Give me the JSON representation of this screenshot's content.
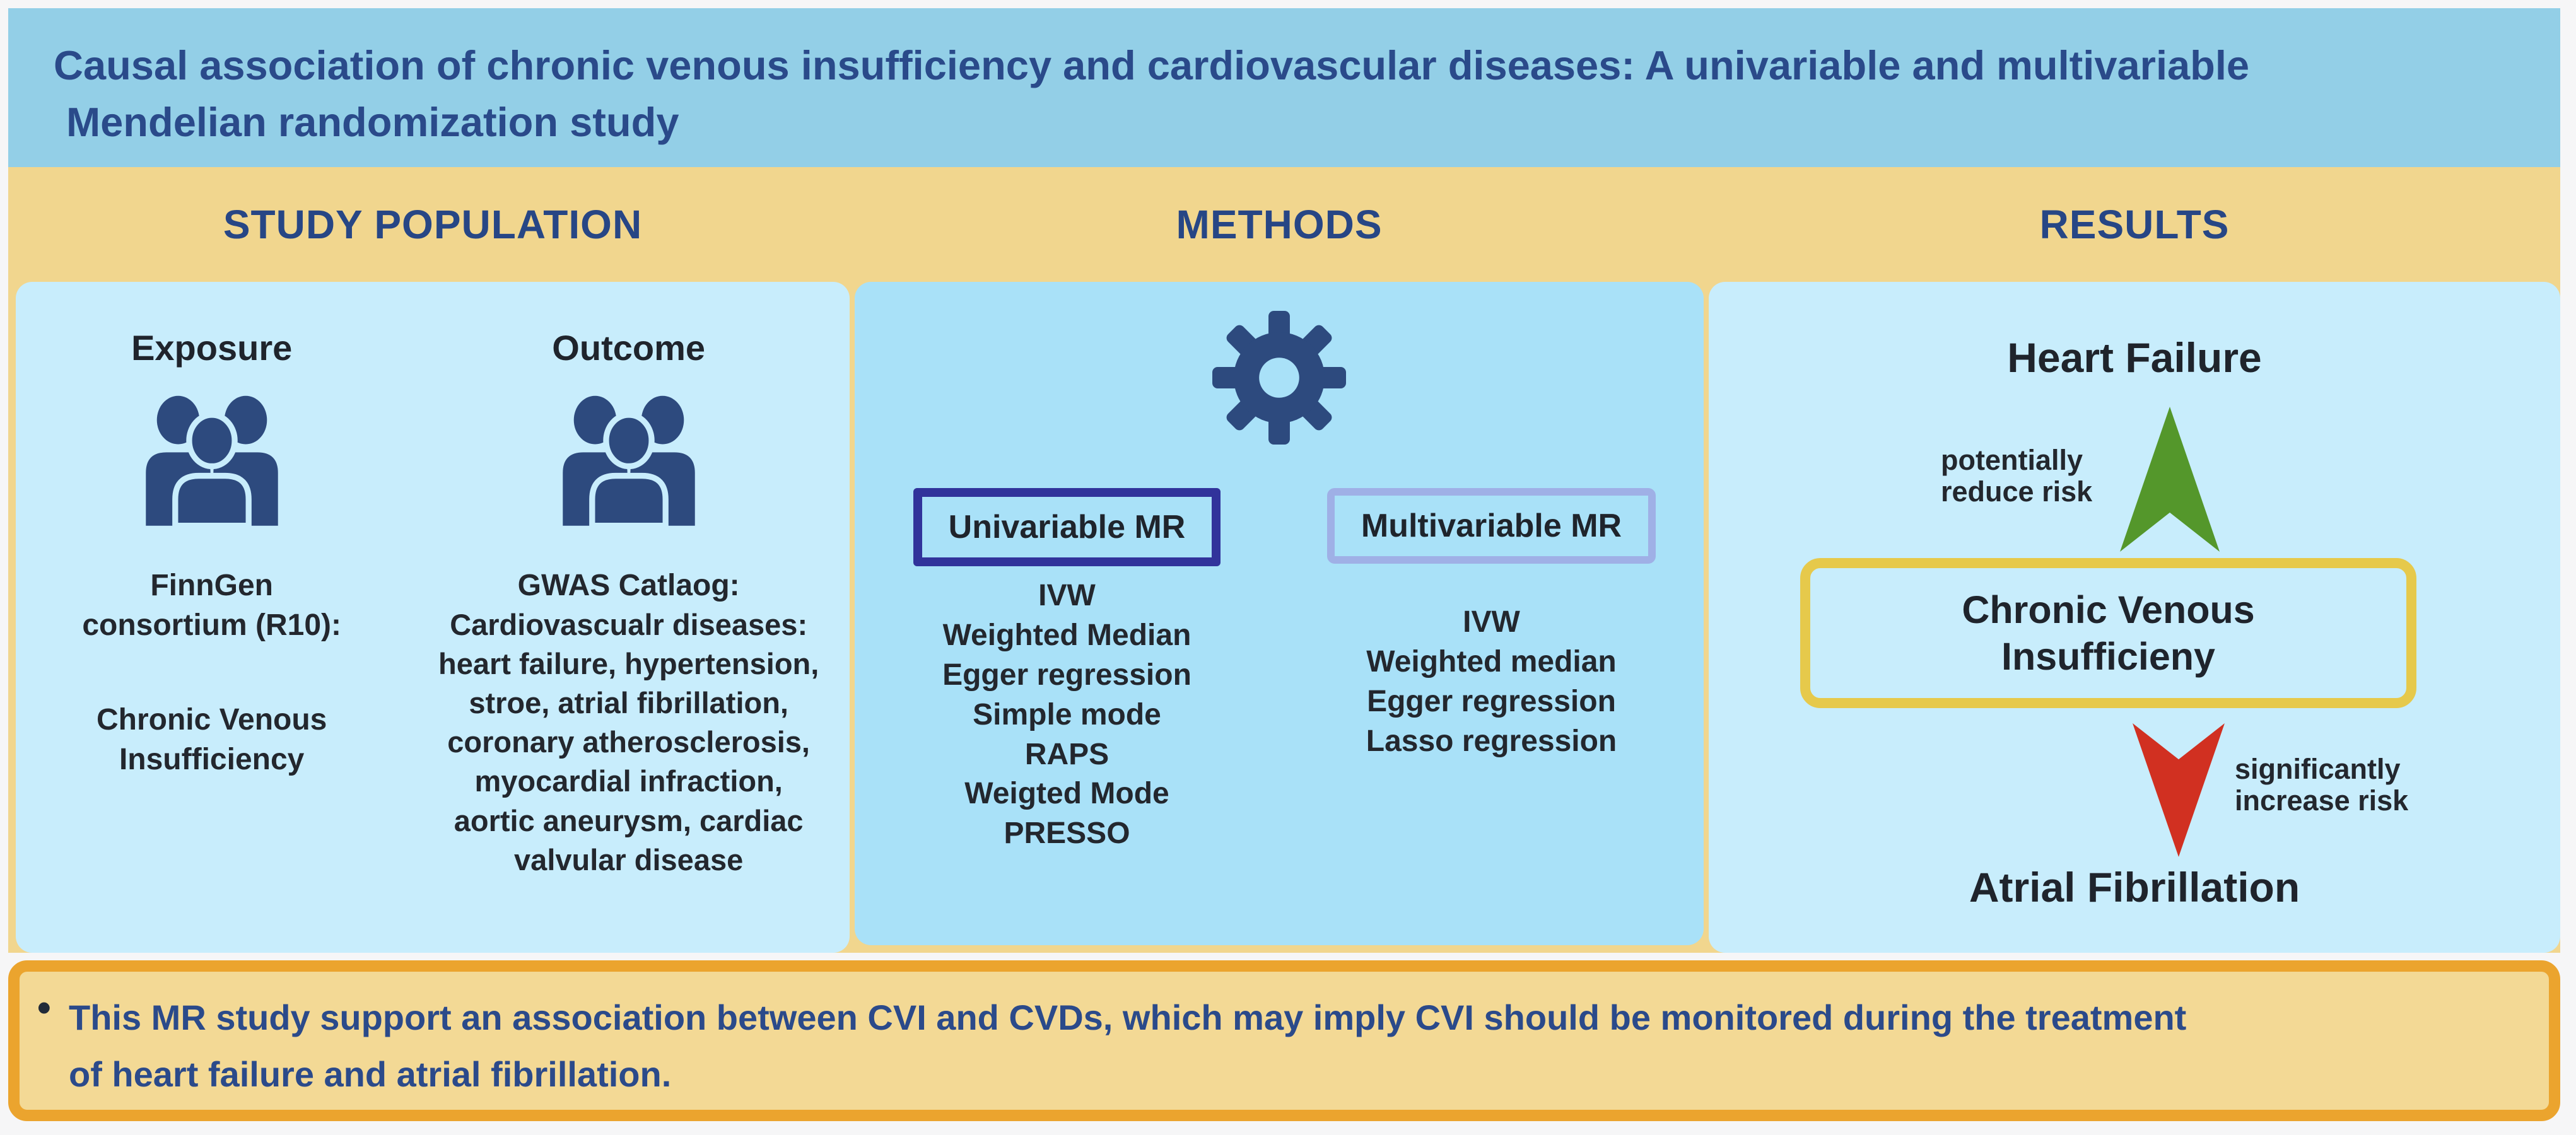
{
  "title": {
    "lines": [
      "Causal association of chronic venous insufficiency and cardiovascular diseases: A univariable and multivariable",
      "Mendelian randomization study"
    ]
  },
  "section_headers": {
    "study_population": "STUDY POPULATION",
    "methods": "METHODS",
    "results": "RESULTS"
  },
  "study_population": {
    "exposure": {
      "heading": "Exposure",
      "icon": "people-group",
      "source_lines": [
        "FinnGen",
        "consortium (R10):"
      ],
      "trait_lines": [
        "Chronic Venous",
        "Insufficiency"
      ]
    },
    "outcome": {
      "heading": "Outcome",
      "icon": "people-group",
      "source": "GWAS Catlaog:",
      "disease_lines": [
        "Cardiovascualr diseases:",
        "heart failure, hypertension,",
        "stroe, atrial fibrillation,",
        "coronary atherosclerosis,",
        "myocardial infraction,",
        "aortic aneurysm, cardiac",
        "valvular disease"
      ]
    }
  },
  "methods": {
    "icon": "gear",
    "univariable": {
      "label": "Univariable MR",
      "items": [
        "IVW",
        "Weighted Median",
        "Egger regression",
        "Simple mode",
        "RAPS",
        "Weigted Mode",
        "PRESSO"
      ]
    },
    "multivariable": {
      "label": "Multivariable MR",
      "items": [
        "IVW",
        "Weighted median",
        "Egger regression",
        "Lasso regression"
      ]
    }
  },
  "results": {
    "top_outcome": "Heart Failure",
    "up_arrow": {
      "icon": "triangle-up",
      "color": "#54972b",
      "note_lines": [
        "potentially",
        "reduce risk"
      ]
    },
    "exposure_box_lines": [
      "Chronic Venous",
      "Insufficieny"
    ],
    "down_arrow": {
      "icon": "arrowhead-down",
      "color": "#d13021",
      "note_lines": [
        "significantly",
        "increase risk"
      ]
    },
    "bottom_outcome": "Atrial Fibrillation"
  },
  "conclusion": {
    "bullet": "•",
    "lines": [
      "This MR study support an association between CVI and CVDs, which may imply CVI should be monitored during the treatment",
      "of heart failure and atrial fibrillation."
    ]
  },
  "colors": {
    "title_band": "#93cfe7",
    "band_tan": "#f1d68e",
    "panel_light_blue": "#c8edfc",
    "panel_methods_blue": "#a9e1f8",
    "navy_text": "#2a4a8a",
    "icon_navy": "#2d4a7e",
    "univariable_border": "#31339b",
    "multivariable_border": "#9fb0e6",
    "cvi_box_border": "#e6c94b",
    "green_arrow": "#54972b",
    "red_arrow": "#d13021",
    "conclusion_border": "#eba42e",
    "conclusion_fill": "#f3d995"
  }
}
